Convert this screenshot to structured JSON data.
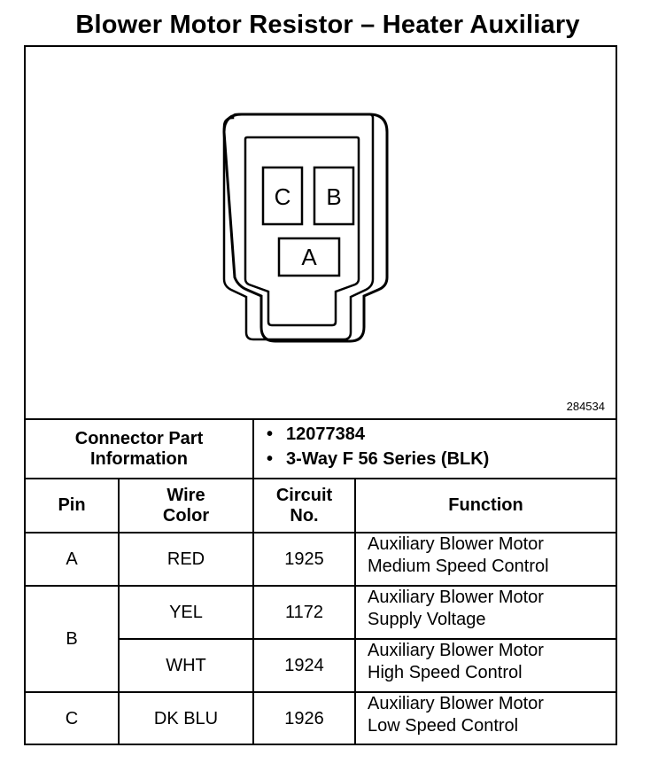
{
  "title": "Blower Motor Resistor – Heater Auxiliary",
  "figure_id": "284534",
  "connector": {
    "pins": [
      "C",
      "B",
      "A"
    ]
  },
  "part_info": {
    "label_line1": "Connector Part",
    "label_line2": "Information",
    "items": [
      "12077384",
      "3-Way F 56 Series (BLK)"
    ]
  },
  "headers": {
    "pin": "Pin",
    "wire_color_1": "Wire",
    "wire_color_2": "Color",
    "circuit_1": "Circuit",
    "circuit_2": "No.",
    "function": "Function"
  },
  "rows": [
    {
      "pin": "A",
      "wire": "RED",
      "circuit": "1925",
      "function_1": "Auxiliary Blower Motor",
      "function_2": "Medium Speed Control"
    },
    {
      "pin": "B",
      "wire": "YEL",
      "circuit": "1172",
      "function_1": "Auxiliary Blower Motor",
      "function_2": "Supply Voltage"
    },
    {
      "pin": "",
      "wire": "WHT",
      "circuit": "1924",
      "function_1": "Auxiliary Blower Motor",
      "function_2": "High Speed Control"
    },
    {
      "pin": "C",
      "wire": "DK BLU",
      "circuit": "1926",
      "function_1": "Auxiliary Blower Motor",
      "function_2": "Low Speed Control"
    }
  ]
}
